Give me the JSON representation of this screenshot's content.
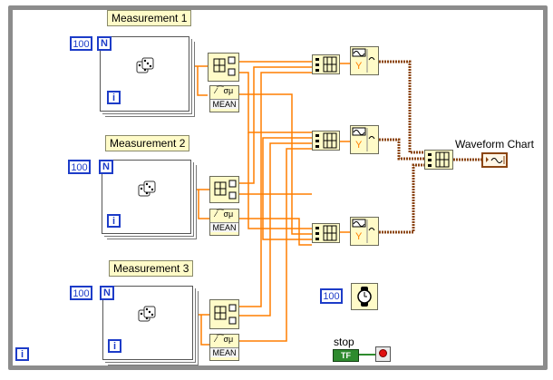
{
  "loops": [
    {
      "label": "Measurement 1",
      "count": "100",
      "n_symbol": "N",
      "i_symbol": "i",
      "mean_label": "MEAN"
    },
    {
      "label": "Measurement 2",
      "count": "100",
      "n_symbol": "N",
      "i_symbol": "i",
      "mean_label": "MEAN"
    },
    {
      "label": "Measurement 3",
      "count": "100",
      "n_symbol": "N",
      "i_symbol": "i",
      "mean_label": "MEAN"
    }
  ],
  "chart": {
    "label": "Waveform Chart"
  },
  "wait": {
    "value": "100"
  },
  "stop": {
    "label": "stop",
    "tf": "TF"
  },
  "while_iteration": "i",
  "colors": {
    "wire_double": "#ff7f00",
    "wire_cluster": "#8b4513",
    "int_blue": "#1d3cc8",
    "loop_border": "#8c8c8c",
    "node_fill": "#fffbc8"
  }
}
